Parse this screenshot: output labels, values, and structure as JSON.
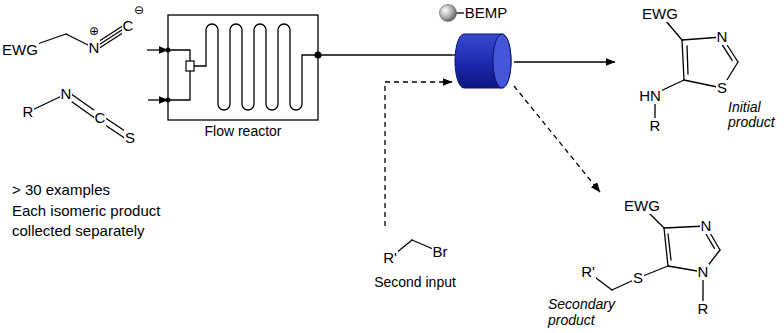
{
  "diagram": {
    "nodes": [
      {
        "text": [
          "EWG",
          "N",
          "⊕",
          "C",
          "⊖"
        ]
      },
      {
        "text": [
          "R",
          "N",
          "C",
          "S"
        ]
      },
      {
        "text": [
          "Flow reactor"
        ]
      },
      {
        "text": [
          "BEMP"
        ]
      },
      {
        "text": [
          "EWG",
          "N",
          "S",
          "HN",
          "R",
          "Initial product"
        ]
      },
      {
        "text": [
          "R'",
          "Br",
          "Second input"
        ]
      },
      {
        "text": [
          "EWG",
          "N",
          "N",
          "R",
          "S",
          "R'",
          "Secondary product"
        ]
      }
    ],
    "edges": [
      {
        "from": 0,
        "to": 2,
        "arrow": "to"
      },
      {
        "from": 1,
        "to": 2,
        "arrow": "to"
      },
      {
        "from": 2,
        "to": 3,
        "arrow": "none"
      },
      {
        "from": 3,
        "to": 4,
        "arrow": "to"
      },
      {
        "from": 5,
        "to": 3,
        "arrow": "to"
      },
      {
        "from": 3,
        "to": 6,
        "arrow": "to"
      }
    ],
    "labels": [
      "> 30 examples",
      "Each isomeric product collected separately"
    ]
  }
}
